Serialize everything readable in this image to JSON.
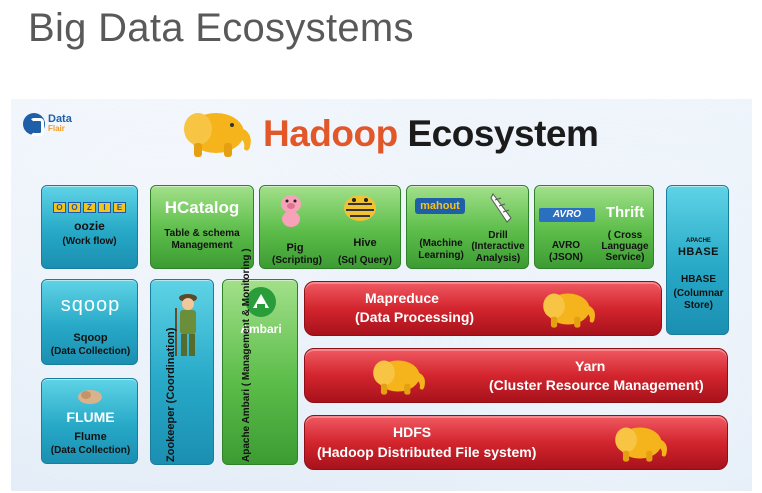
{
  "page": {
    "title": "Big Data Ecosystems"
  },
  "diagram": {
    "brand": {
      "line1": "Data",
      "line2": "Flair"
    },
    "title": {
      "word1": "Hadoop",
      "word2": "Ecosystem"
    },
    "colors": {
      "blue_tile": "#27a9c7",
      "green_tile": "#5cbd4a",
      "red_bar": "#d3252e",
      "title_orange": "#e2572a",
      "elephant": "#f5b31c"
    },
    "components": {
      "oozie": {
        "logo": "OOZIE",
        "name": "oozie",
        "desc": "(Work flow)"
      },
      "hcatalog": {
        "logo": "HCatalog",
        "desc": "Table & schema Management"
      },
      "pig": {
        "name": "Pig",
        "desc": "(Scripting)"
      },
      "hive": {
        "name": "Hive",
        "desc": "(Sql Query)"
      },
      "mahout": {
        "logo": "mahout",
        "desc": "(Machine Learning)"
      },
      "drill": {
        "name": "Drill",
        "desc": "(Interactive Analysis)"
      },
      "avro": {
        "logo": "AVRO",
        "name": "AVRO",
        "desc": "(JSON)"
      },
      "thrift": {
        "logo": "Thrift",
        "desc": "( Cross Language Service)"
      },
      "hbase": {
        "logo_top": "APACHE",
        "logo": "HBASE",
        "name": "HBASE",
        "desc": "(Columnar Store)"
      },
      "sqoop": {
        "logo": "sqoop",
        "name": "Sqoop",
        "desc": "(Data Collection)"
      },
      "flume": {
        "logo": "FLUME",
        "name": "Flume",
        "desc": "(Data Collection)"
      },
      "zookeeper": {
        "label": "Zookeeper (Coordination)"
      },
      "ambari": {
        "logo": "Ambari",
        "label": "Apache Ambari ( Management & Monitoring )"
      },
      "mapreduce": {
        "name": "Mapreduce",
        "desc": "(Data Processing)"
      },
      "yarn": {
        "name": "Yarn",
        "desc": "(Cluster Resource Management)"
      },
      "hdfs": {
        "name": "HDFS",
        "desc": "(Hadoop Distributed File system)"
      }
    }
  }
}
